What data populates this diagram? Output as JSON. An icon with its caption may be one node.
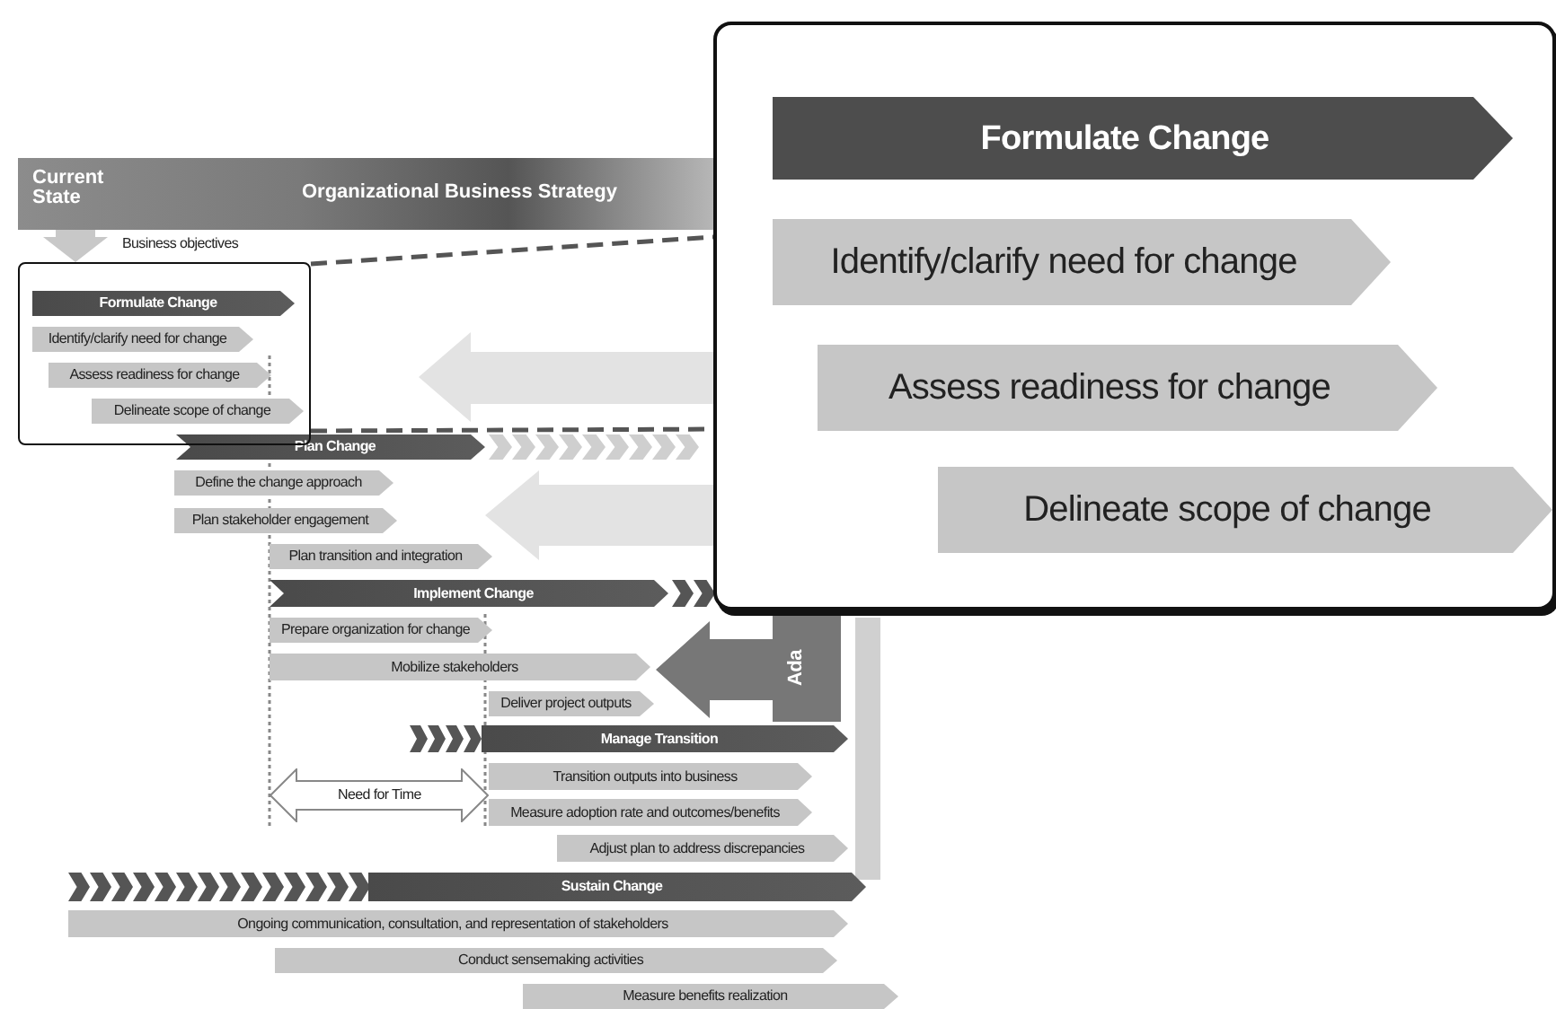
{
  "diagram": {
    "nodes": [
      {
        "text": [
          "Current State",
          "Organizational Business Strategy"
        ]
      },
      {
        "text": [],
        "shape": "box"
      },
      {
        "text": [
          "Formulate Change"
        ],
        "in": 1
      },
      {
        "text": [
          "Identify/clarify need for change"
        ],
        "in": 1
      },
      {
        "text": [
          "Assess readiness for change"
        ],
        "in": 1
      },
      {
        "text": [
          "Delineate scope of change"
        ],
        "in": 1
      },
      {
        "text": [
          "Plan Change"
        ]
      },
      {
        "text": [
          "Define the change approach"
        ]
      },
      {
        "text": [
          "Plan stakeholder engagement"
        ]
      },
      {
        "text": [
          "Plan transition and integration"
        ]
      },
      {
        "text": [
          "Implement Change"
        ]
      },
      {
        "text": [
          "Prepare organization for change"
        ]
      },
      {
        "text": [
          "Mobilize stakeholders"
        ]
      },
      {
        "text": [
          "Deliver project outputs"
        ]
      },
      {
        "text": [
          "Manage Transition"
        ]
      },
      {
        "text": [
          "Transition outputs into business"
        ]
      },
      {
        "text": [
          "Measure adoption rate and outcomes/benefits"
        ]
      },
      {
        "text": [
          "Adjust plan to address discrepancies"
        ]
      },
      {
        "text": [
          "Sustain Change"
        ]
      },
      {
        "text": [
          "Ongoing communication, consultation, and representation of stakeholders"
        ]
      },
      {
        "text": [
          "Conduct sensemaking activities"
        ]
      },
      {
        "text": [
          "Measure benefits realization"
        ]
      },
      {
        "text": [
          "Need for Time"
        ]
      },
      {
        "text": [
          "Ada"
        ]
      },
      {
        "text": [],
        "shape": "box"
      },
      {
        "text": [
          "Formulate Change"
        ],
        "in": 24
      },
      {
        "text": [
          "Identify/clarify need for change"
        ],
        "in": 24
      },
      {
        "text": [
          "Assess readiness for change"
        ],
        "in": 24
      },
      {
        "text": [
          "Delineate scope of change"
        ],
        "in": 24
      },
      {
        "text": [],
        "shape": "bar"
      }
    ],
    "edges": [
      {
        "from": 0,
        "to": 1,
        "arrow": "to",
        "label": "Business objectives",
        "style": "thick",
        "color": "#c8c8c8"
      },
      {
        "from": 1,
        "to": 24,
        "arrow": "none",
        "style": "dashed"
      },
      {
        "from": 1,
        "to": 24,
        "arrow": "none",
        "style": "dashed"
      }
    ]
  }
}
